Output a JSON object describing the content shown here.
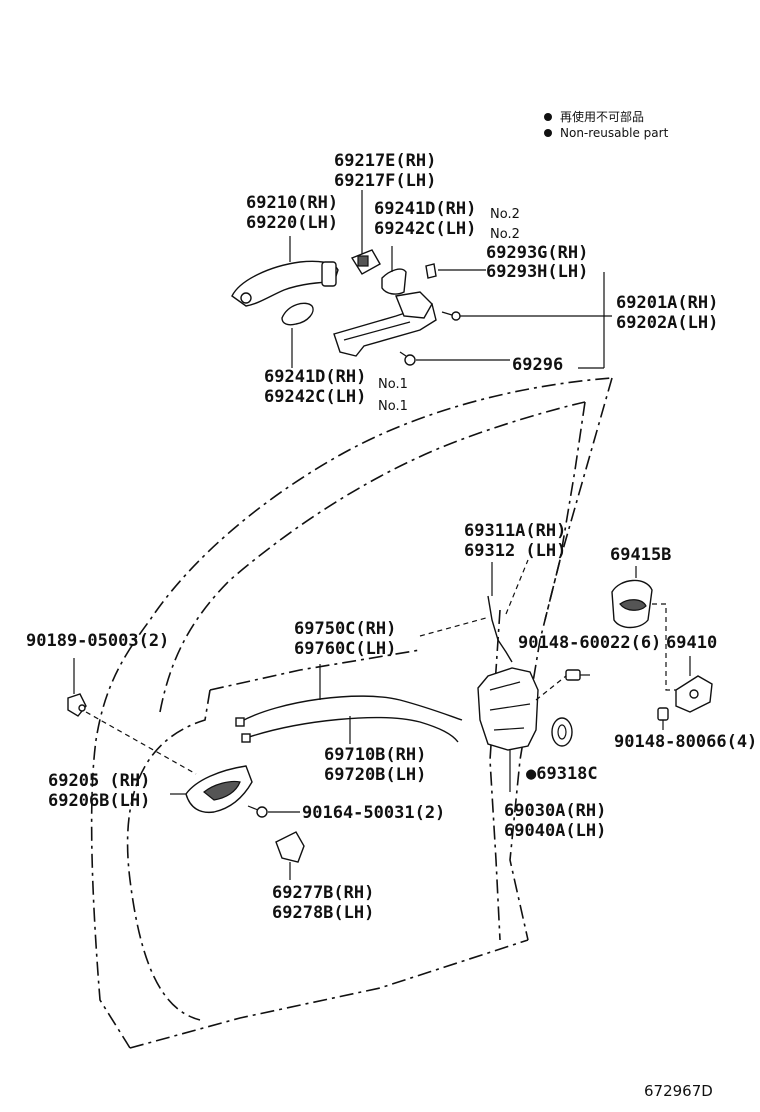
{
  "legend": {
    "bullet_color": "#111111",
    "line1": "再使用不可部品",
    "line2": "Non-reusable part"
  },
  "labels": {
    "p69217E": "69217E(RH)",
    "p69217F": "69217F(LH)",
    "p69210": "69210(RH)",
    "p69220": "69220(LH)",
    "p69241D_no2": "69241D(RH)",
    "p69242C_no2": "69242C(LH)",
    "no2_a": "No.2",
    "no2_b": "No.2",
    "p69293G": "69293G(RH)",
    "p69293H": "69293H(LH)",
    "p69201A": "69201A(RH)",
    "p69202A": "69202A(LH)",
    "p69296": "69296",
    "p69241D_no1": "69241D(RH)",
    "p69242C_no1": "69242C(LH)",
    "no1_a": "No.1",
    "no1_b": "No.1",
    "p69311A": "69311A(RH)",
    "p69312": "69312 (LH)",
    "p69415B": "69415B",
    "p90189": "90189-05003(2)",
    "p69750C": "69750C(RH)",
    "p69760C": "69760C(LH)",
    "p90148_60022": "90148-60022(6)",
    "p69410": "69410",
    "p90148_80066": "90148-80066(4)",
    "p69710B": "69710B(RH)",
    "p69720B": "69720B(LH)",
    "p69205": "69205 (RH)",
    "p69206B": "69206B(LH)",
    "p69318C": "●69318C",
    "p90164": "90164-50031(2)",
    "p69030A": "69030A(RH)",
    "p69040A": "69040A(LH)",
    "p69277B": "69277B(RH)",
    "p69278B": "69278B(LH)"
  },
  "footer": {
    "diagram_code": "672967D"
  }
}
